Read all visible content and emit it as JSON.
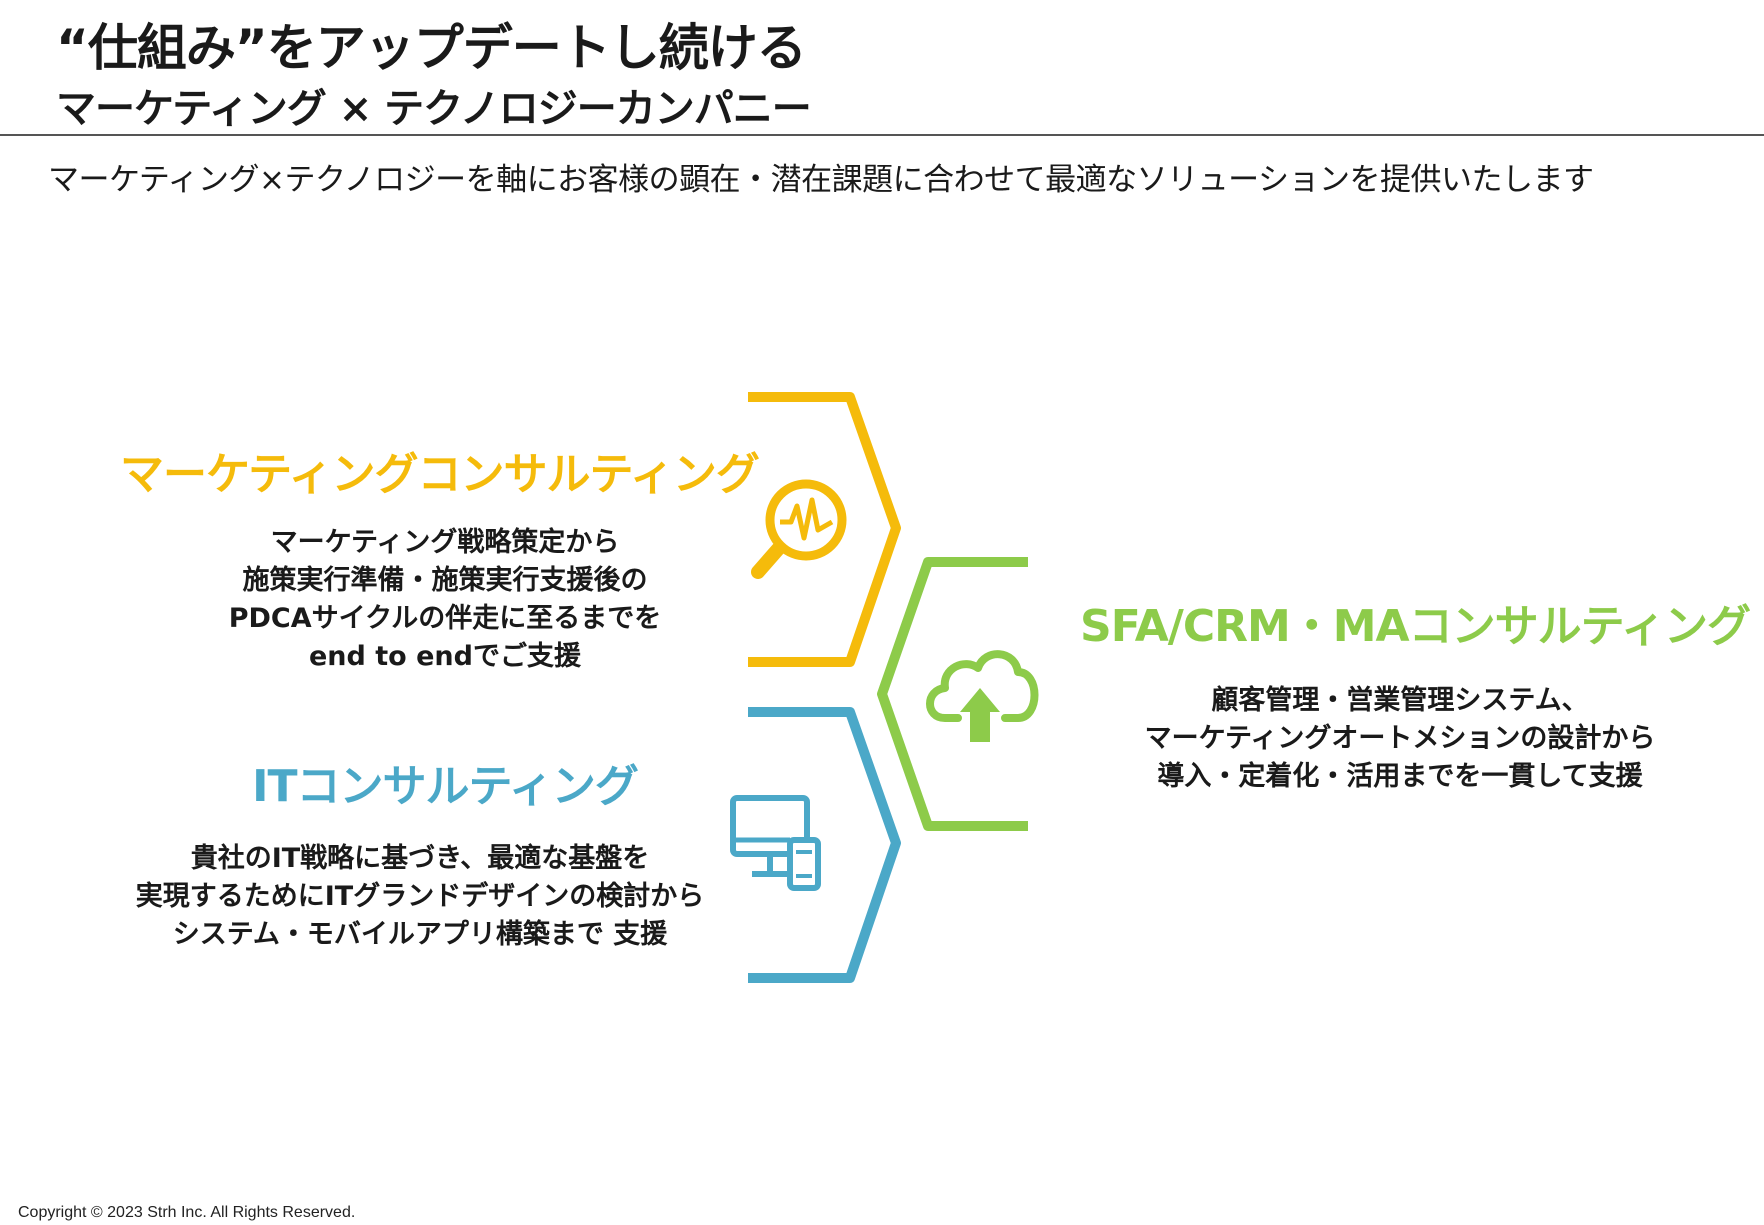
{
  "header": {
    "title_line1": "“仕組み”をアップデートし続ける",
    "title_line2": "マーケティング × テクノロジーカンパニー",
    "subtitle": "マーケティング×テクノロジーを軸にお客様の顕在・潜在課題に合わせて最適なソリューションを提供いたします"
  },
  "colors": {
    "marketing": "#F5BB0B",
    "it": "#4BA8C8",
    "sfa": "#8DCB4A",
    "text": "#1a1a1a"
  },
  "services": {
    "marketing": {
      "title": "マーケティングコンサルティング",
      "icon": "magnifier-waveform-icon",
      "lines": [
        "マーケティング戦略策定から",
        "施策実行準備・施策実行支援後の",
        "PDCAサイクルの伴走に至るまでを",
        "end to endでご支援"
      ]
    },
    "it": {
      "title": "ITコンサルティング",
      "icon": "monitor-mobile-icon",
      "lines": [
        "貴社のIT戦略に基づき、最適な基盤を",
        "実現するためにITグランドデザインの検討から",
        "システム・モバイルアプリ構築まで 支援"
      ]
    },
    "sfa": {
      "title": "SFA/CRM・MAコンサルティング",
      "icon": "cloud-upload-icon",
      "lines": [
        "顧客管理・営業管理システム、",
        "マーケティングオートメションの設計から",
        "導入・定着化・活用までを一貫して支援"
      ]
    }
  },
  "footer": {
    "copyright": "Copyright © 2023 Strh Inc. All Rights Reserved."
  }
}
